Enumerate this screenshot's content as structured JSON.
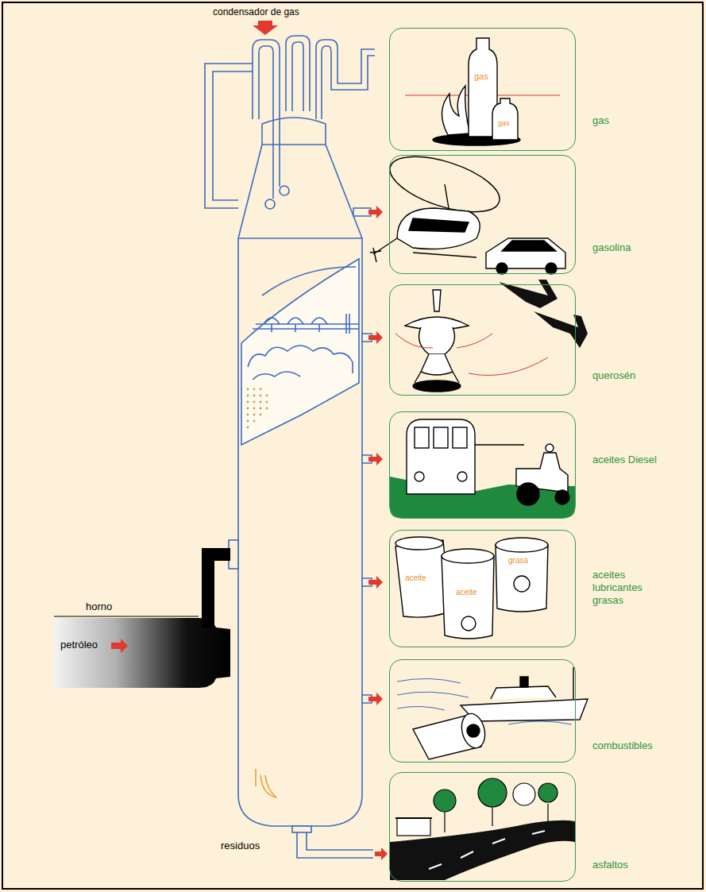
{
  "diagram": {
    "nodes": [
      {
        "text": [
          "gas"
        ]
      },
      {
        "text": [
          "gasolina"
        ]
      },
      {
        "text": [
          "querosén"
        ]
      },
      {
        "text": [
          "aceites Diesel"
        ]
      },
      {
        "text": [
          "aceites lubricantes grasas"
        ]
      },
      {
        "text": [
          "combustibles"
        ]
      },
      {
        "text": [
          "asfaltos"
        ]
      }
    ],
    "labels": [
      "condensador de gas",
      "horno",
      "petróleo",
      "residuos",
      "gas",
      "gas",
      "aceite",
      "aceite",
      "grasa"
    ]
  }
}
